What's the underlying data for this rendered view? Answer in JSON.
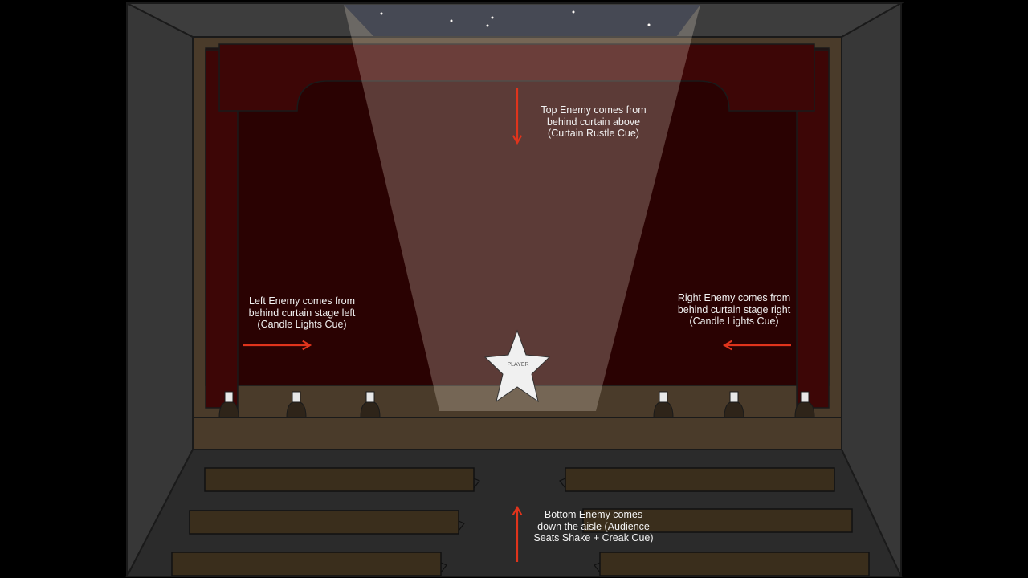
{
  "colors": {
    "background": "#000000",
    "wall": "#3a3a3a",
    "floor": "#2a2a2a",
    "frame": "#4a3b2a",
    "curtain": "#3a0505",
    "backdrop": "#2a0202",
    "sky": "#0c1428",
    "spotlight": "#fff3e0",
    "arrow": "#e0341c",
    "player_star": "#f0f0f0",
    "bench": "#3a2e1c"
  },
  "player": {
    "label": "PLAYER",
    "icon": "star-icon"
  },
  "cues": {
    "top": {
      "lines": [
        "Top Enemy comes from",
        "behind curtain above",
        "(Curtain Rustle Cue)"
      ],
      "direction": "down"
    },
    "left": {
      "lines": [
        "Left Enemy comes from",
        "behind curtain stage left",
        "(Candle Lights Cue)"
      ],
      "direction": "right"
    },
    "right": {
      "lines": [
        "Right Enemy comes from",
        "behind curtain stage right",
        "(Candle Lights Cue)"
      ],
      "direction": "left"
    },
    "bottom": {
      "lines": [
        "Bottom Enemy comes",
        "down the aisle (Audience",
        "Seats Shake + Creak Cue)"
      ],
      "direction": "up"
    }
  }
}
